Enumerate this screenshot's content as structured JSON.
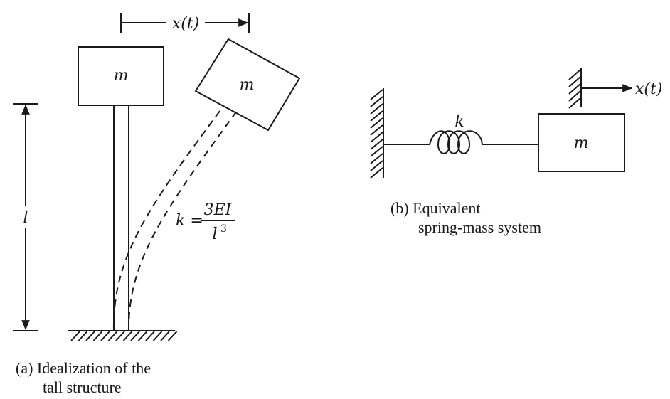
{
  "figure_a": {
    "mass_label": "m",
    "displacement_label": "x(t)",
    "height_label": "l",
    "stiffness_prefix": "k =",
    "stiffness_numerator": "3EI",
    "stiffness_denominator": "l",
    "stiffness_exponent": "3",
    "caption_line1": "(a) Idealization of the",
    "caption_line2": "tall structure"
  },
  "figure_b": {
    "spring_label": "k",
    "mass_label": "m",
    "displacement_label": "x(t)",
    "caption_line1": "(b) Equivalent",
    "caption_line2": "spring-mass system"
  }
}
